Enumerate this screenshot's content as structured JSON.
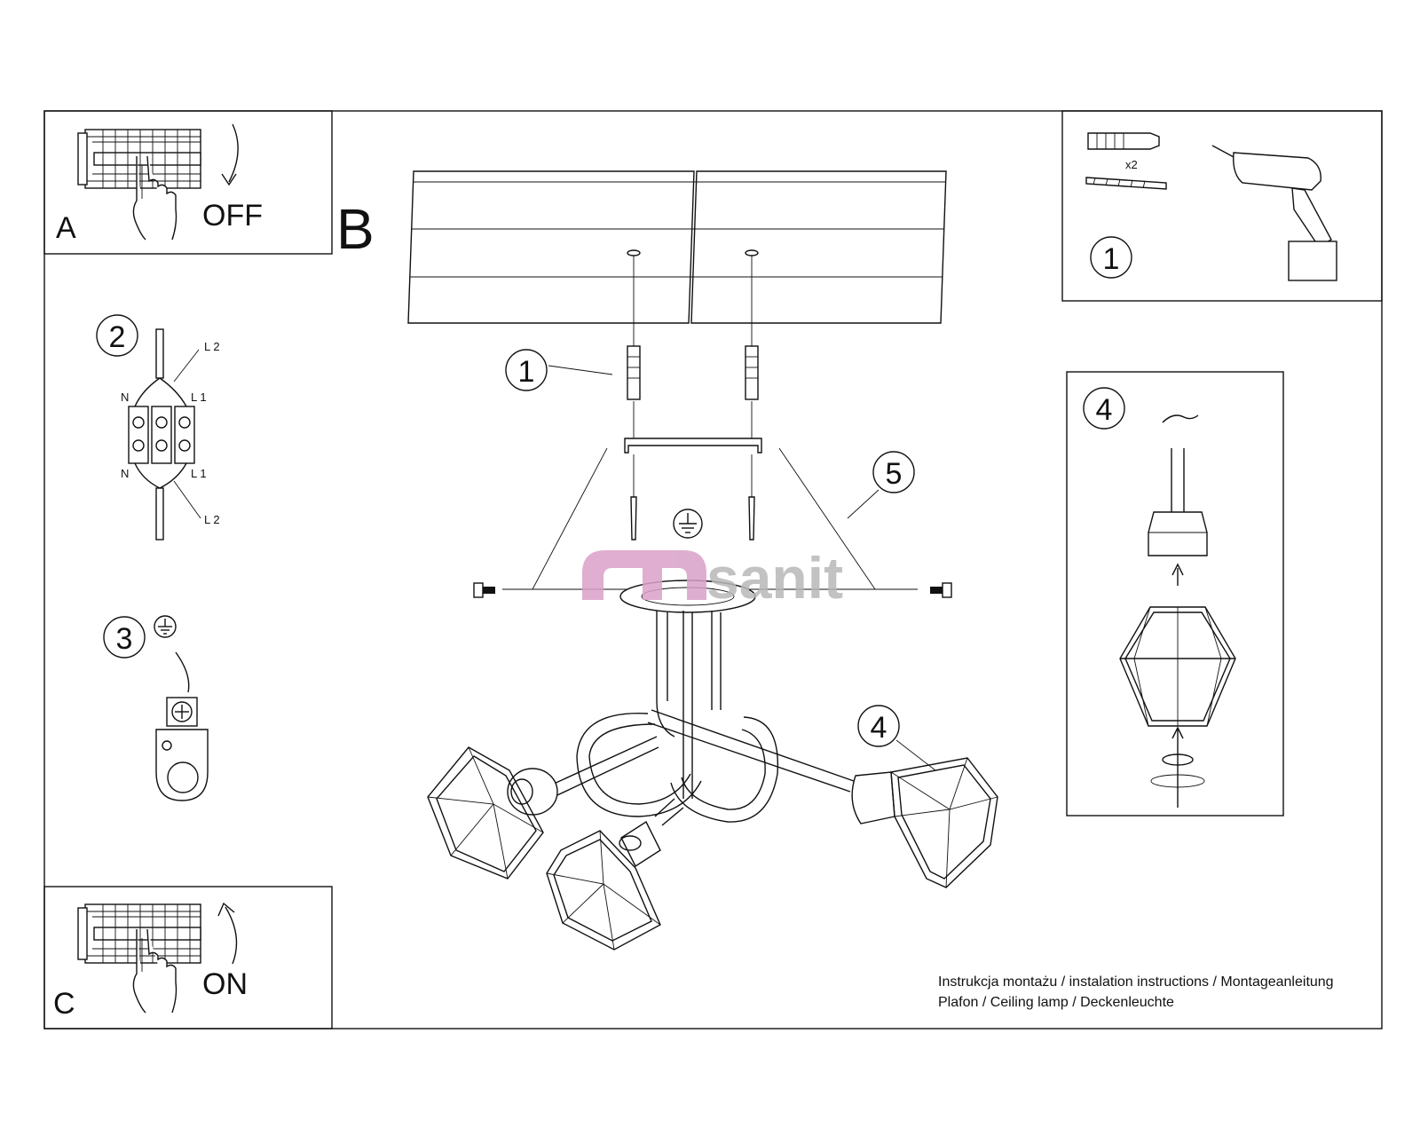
{
  "step_a": {
    "letter": "A",
    "label": "OFF"
  },
  "step_b": {
    "letter": "B"
  },
  "step_c": {
    "letter": "C",
    "label": "ON"
  },
  "wiring": {
    "step_number": "2",
    "terminals": [
      "L 2",
      "L 1",
      "N",
      "N",
      "L 1",
      "L 2"
    ]
  },
  "earth": {
    "step_number": "3"
  },
  "tools": {
    "step_number": "1",
    "quantity": "x2"
  },
  "shade": {
    "step_number": "4"
  },
  "callouts": {
    "anchor": "1",
    "canopy": "5",
    "shade": "4"
  },
  "watermark": {
    "prefix": "m",
    "text": "sanit",
    "color": "#d9a0c8",
    "text_color": "#b8b8b8"
  },
  "caption": {
    "line1": "Instrukcja montażu / instalation instructions / Montageanleitung",
    "line2": "Plafon / Ceiling lamp / Deckenleuchte"
  },
  "icons": [
    "circuit-breaker-icon",
    "hand-icon",
    "curved-arrow-icon",
    "earth-symbol-icon",
    "wall-plug-icon",
    "screw-icon",
    "drill-icon",
    "cable-icon"
  ]
}
